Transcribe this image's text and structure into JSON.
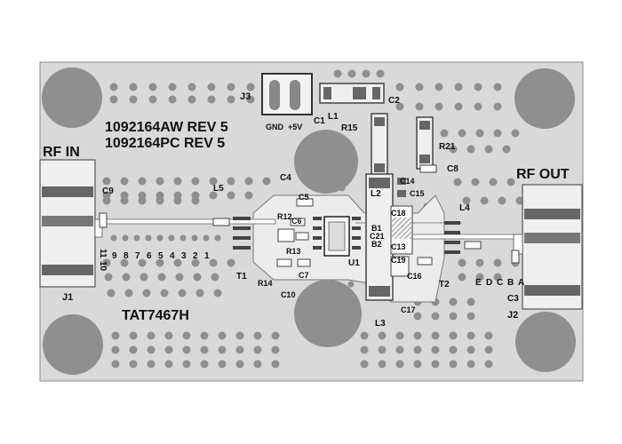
{
  "board": {
    "part_lines": [
      "1092164AW  REV 5",
      "1092164PC  REV 5"
    ],
    "board_name": "TAT7467H",
    "rf_in": "RF IN",
    "rf_out": "RF OUT"
  },
  "jumper_label": "J3",
  "jumper_pins": [
    "GND",
    "+5V"
  ],
  "connectors": [
    "J1",
    "J2"
  ],
  "components": [
    "C1",
    "L1",
    "C2",
    "R15",
    "R21",
    "C8",
    "C14",
    "C15",
    "L2",
    "L4",
    "C18",
    "B1",
    "C21",
    "B2",
    "C13",
    "C19",
    "C16",
    "T2",
    "C17",
    "L3",
    "U1",
    "C4",
    "C5",
    "R12",
    "C6",
    "R13",
    "T1",
    "R14",
    "C7",
    "C10",
    "L5",
    "C9",
    "C3"
  ],
  "pad_numbers_left": [
    "10",
    "9",
    "8",
    "7",
    "6",
    "5",
    "4",
    "3",
    "2",
    "1"
  ],
  "pad_numbers_left_end": "11",
  "pad_letters_right": [
    "E",
    "D",
    "C",
    "B",
    "A"
  ]
}
